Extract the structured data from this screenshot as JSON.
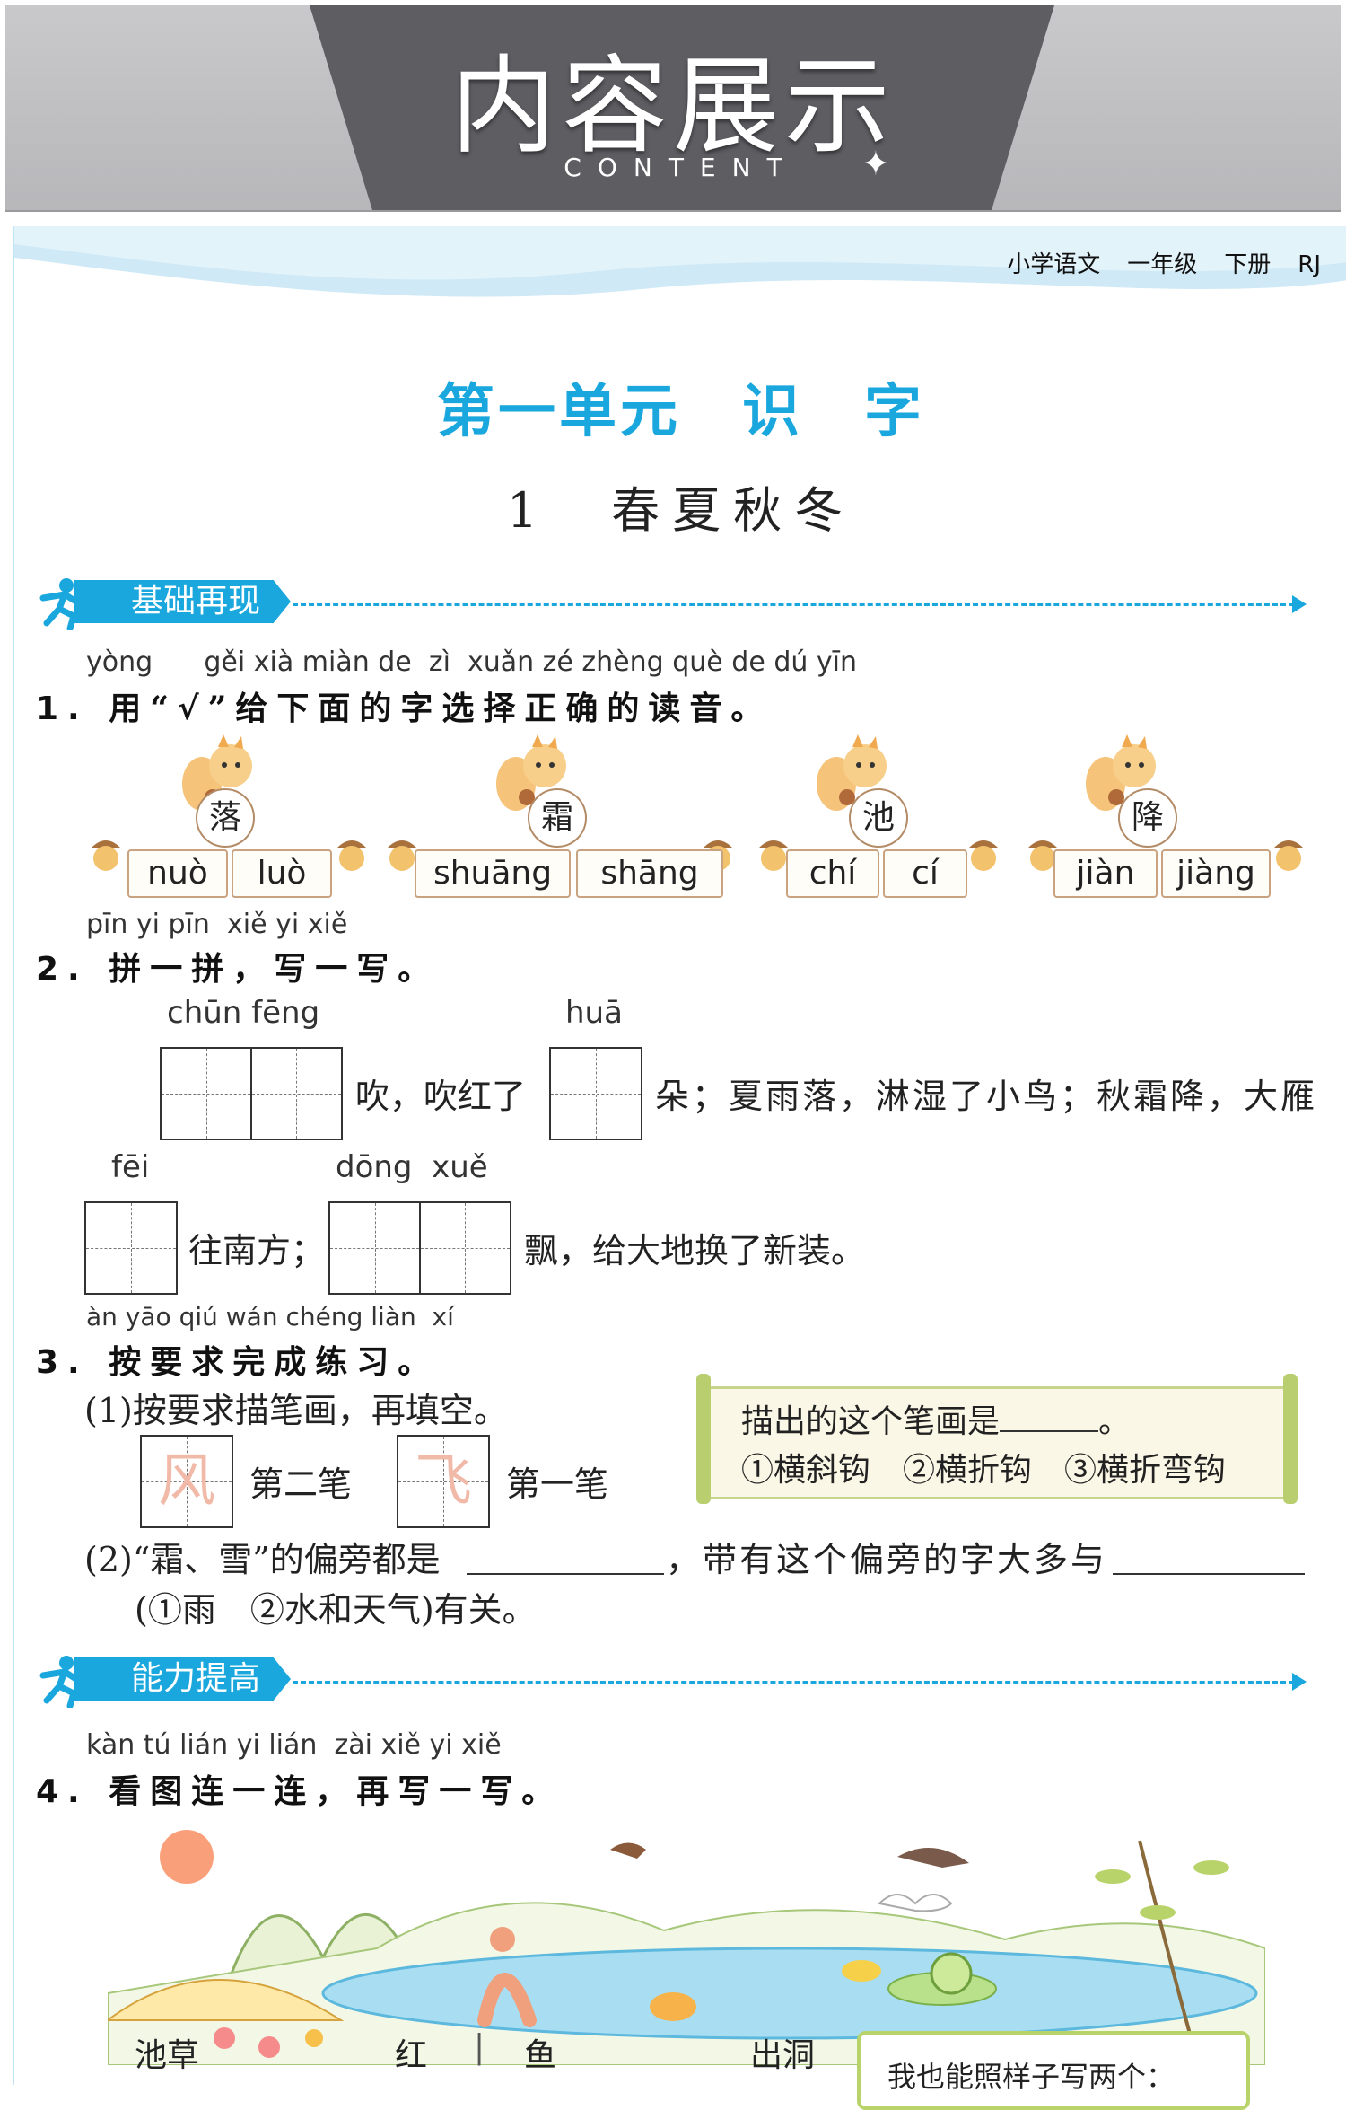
{
  "banner": {
    "title": "内容展示",
    "subtitle": "CONTENT"
  },
  "header": {
    "subject": "小学语文",
    "grade": "一年级",
    "volume": "下册",
    "edition": "RJ"
  },
  "unit_title": "第一单元　识　字",
  "lesson_title": "1　春夏秋冬",
  "sections": {
    "basic": "基础再现",
    "advanced": "能力提高"
  },
  "q1": {
    "pinyin": "yòng      gěi xià miàn de  zì  xuǎn zé zhèng què de dú yīn",
    "text": "用“√”给下面的字选择正确的读音。",
    "num": "1.",
    "groups": [
      {
        "char": "落",
        "options": [
          "nuò",
          "luò"
        ]
      },
      {
        "char": "霜",
        "options": [
          "shuāng",
          "shāng"
        ]
      },
      {
        "char": "池",
        "options": [
          "chí",
          "cí"
        ]
      },
      {
        "char": "降",
        "options": [
          "jiàn",
          "jiàng"
        ]
      }
    ]
  },
  "q2": {
    "pinyin": "pīn yi pīn  xiě yi xiě",
    "num": "2.",
    "text": "拼一拼，写一写。",
    "p1": "chūn fēng",
    "p2": "huā",
    "t1": "吹，吹红了",
    "t2": "朵；夏雨落，淋湿了小鸟；秋霜降，大雁",
    "p3": "fēi",
    "p4": "dōng  xuě",
    "t3": "往南方；",
    "t4": "飘，给大地换了新装。"
  },
  "q3": {
    "pinyin": "àn yāo qiú wán chéng liàn  xí",
    "num": "3.",
    "text": "按要求完成练习。",
    "sub1": "(1)按要求描笔画，再填空。",
    "trace1": "风",
    "label1": "第二笔",
    "trace2": "飞",
    "label2": "第一笔",
    "scroll_line1": "描出的这个笔画是",
    "scroll_dot": "。",
    "scroll_line2": "①横斜钩　②横折钩　③横折弯钩",
    "sub2": "(2)“霜、雪”的偏旁都是",
    "sub2b": "，带有这个偏旁的字大多与",
    "sub2c": "(①雨　②水和天气)有关。"
  },
  "q4": {
    "pinyin": "kàn tú lián yi lián  zài xiě yi xiě",
    "num": "4.",
    "text": "看图连一连，再写一写。",
    "words": [
      "池草",
      "红",
      "鱼",
      "出洞"
    ],
    "sep": "|",
    "box": "我也能照样子写两个："
  },
  "colors": {
    "accent": "#1aa7dd",
    "banner_dark": "#5d5d62",
    "banner_gray": "#c3c3c6",
    "trace": "#f1b9a8",
    "scroll_green": "#b9cf6f"
  }
}
